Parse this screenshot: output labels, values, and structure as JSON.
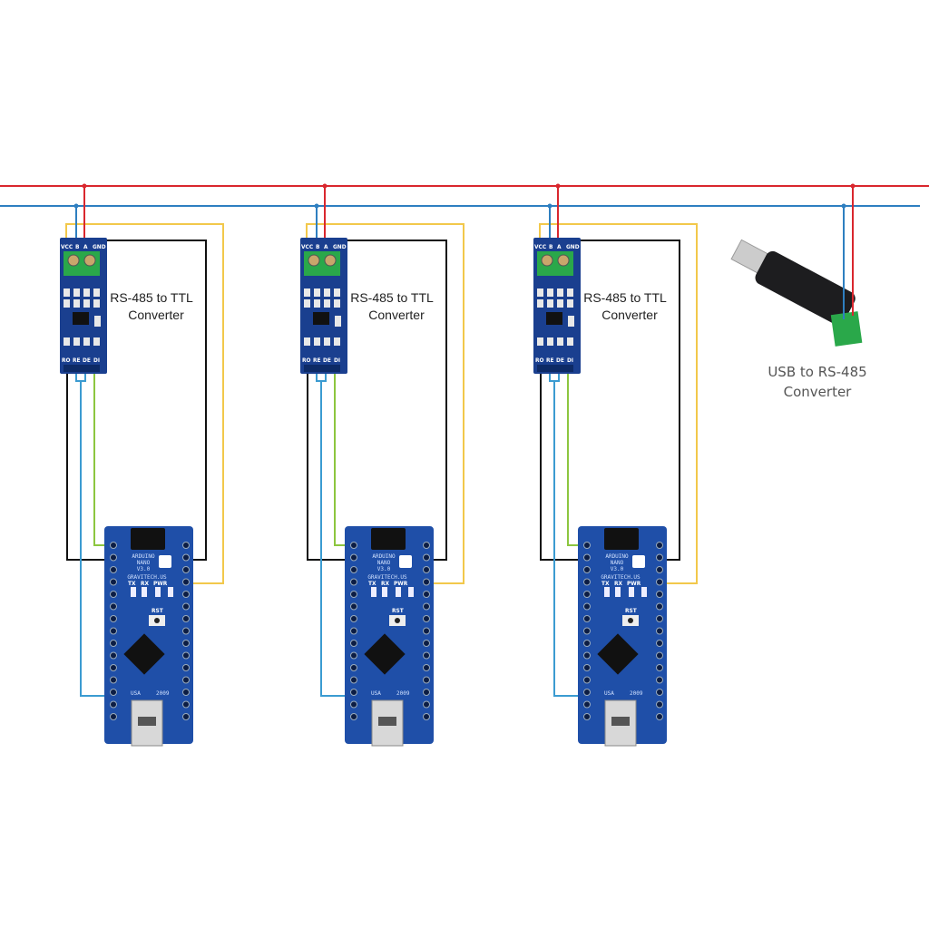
{
  "nodes": [
    {
      "converter_label_line1": "RS-485 to TTL",
      "converter_label_line2": "Converter"
    },
    {
      "converter_label_line1": "RS-485 to TTL",
      "converter_label_line2": "Converter"
    },
    {
      "converter_label_line1": "RS-485 to TTL",
      "converter_label_line2": "Converter"
    }
  ],
  "usb_converter": {
    "label_line1": "USB to RS-485",
    "label_line2": "Converter"
  },
  "module_pins_top": [
    "VCC",
    "B",
    "A",
    "GND"
  ],
  "module_pins_bottom": [
    "RO",
    "RE",
    "DE",
    "DI"
  ],
  "board_markings": {
    "name": "ARDUINO",
    "model": "NANO",
    "version": "V3.0",
    "maker": "GRAVITECH.US",
    "leds": [
      "TX",
      "RX",
      "PWR"
    ],
    "reset": "RST",
    "origin": "USA",
    "year": "2009"
  },
  "colors": {
    "bus_a": "#d9272e",
    "bus_b": "#2e7fc0",
    "vcc": "#f2c84b",
    "gnd": "#111111",
    "di": "#8cc63f",
    "re_de": "#3b9bd1",
    "board": "#1f4fa8",
    "module": "#1a3f8f",
    "terminal": "#2aa84a"
  }
}
